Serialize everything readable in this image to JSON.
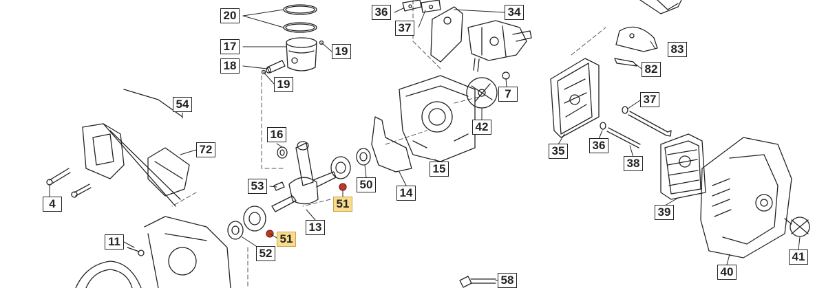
{
  "diagram": {
    "highlight_fill": "#f9dc8c",
    "highlight_dot": "#c0392b",
    "line_color": "#222222",
    "callouts": [
      {
        "id": "c20",
        "label": "20",
        "highlighted": false
      },
      {
        "id": "c17",
        "label": "17",
        "highlighted": false
      },
      {
        "id": "c19a",
        "label": "19",
        "highlighted": false
      },
      {
        "id": "c18",
        "label": "18",
        "highlighted": false
      },
      {
        "id": "c19b",
        "label": "19",
        "highlighted": false
      },
      {
        "id": "c36a",
        "label": "36",
        "highlighted": false
      },
      {
        "id": "c37a",
        "label": "37",
        "highlighted": false
      },
      {
        "id": "c34",
        "label": "34",
        "highlighted": false
      },
      {
        "id": "c83",
        "label": "83",
        "highlighted": false
      },
      {
        "id": "c82",
        "label": "82",
        "highlighted": false
      },
      {
        "id": "c7",
        "label": "7",
        "highlighted": false
      },
      {
        "id": "c37b",
        "label": "37",
        "highlighted": false
      },
      {
        "id": "c42",
        "label": "42",
        "highlighted": false
      },
      {
        "id": "c54",
        "label": "54",
        "highlighted": false
      },
      {
        "id": "c72",
        "label": "72",
        "highlighted": false
      },
      {
        "id": "c16",
        "label": "16",
        "highlighted": false
      },
      {
        "id": "c15",
        "label": "15",
        "highlighted": false
      },
      {
        "id": "c35",
        "label": "35",
        "highlighted": false
      },
      {
        "id": "c36b",
        "label": "36",
        "highlighted": false
      },
      {
        "id": "c38",
        "label": "38",
        "highlighted": false
      },
      {
        "id": "c53",
        "label": "53",
        "highlighted": false
      },
      {
        "id": "c50",
        "label": "50",
        "highlighted": false
      },
      {
        "id": "c4",
        "label": "4",
        "highlighted": false
      },
      {
        "id": "c51a",
        "label": "51",
        "highlighted": true
      },
      {
        "id": "c14",
        "label": "14",
        "highlighted": false
      },
      {
        "id": "c39",
        "label": "39",
        "highlighted": false
      },
      {
        "id": "c13",
        "label": "13",
        "highlighted": false
      },
      {
        "id": "c11",
        "label": "11",
        "highlighted": false
      },
      {
        "id": "c51b",
        "label": "51",
        "highlighted": true
      },
      {
        "id": "c52",
        "label": "52",
        "highlighted": false
      },
      {
        "id": "c41",
        "label": "41",
        "highlighted": false
      },
      {
        "id": "c40",
        "label": "40",
        "highlighted": false
      },
      {
        "id": "c58",
        "label": "58",
        "highlighted": false
      }
    ]
  }
}
